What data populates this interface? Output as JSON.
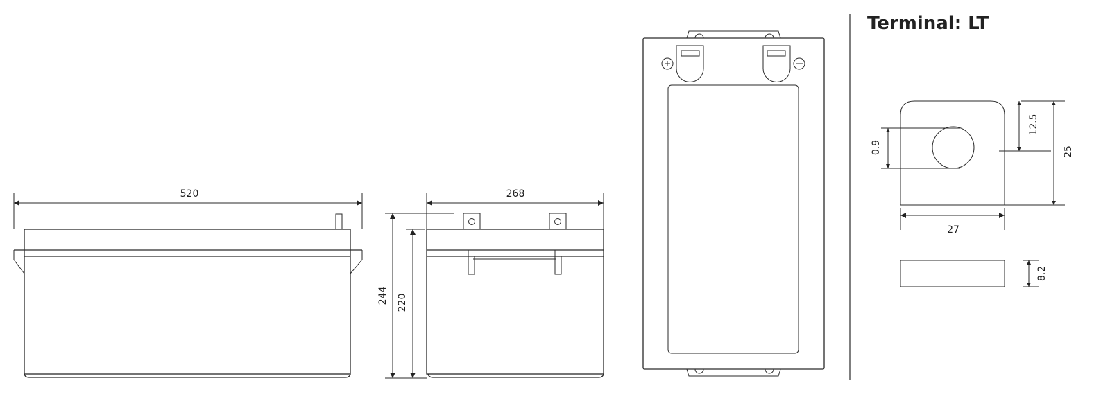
{
  "title": "Terminal: LT",
  "front_view": {
    "width_label": "520"
  },
  "side_view": {
    "width_label": "268",
    "total_height_label": "244",
    "case_height_label": "220"
  },
  "top_view": {
    "positive_symbol": "plus-icon",
    "negative_symbol": "minus-icon"
  },
  "terminal": {
    "hole_label": "0.9",
    "hole_center_label": "12.5",
    "height_label": "25",
    "width_label": "27",
    "thickness_label": "8.2"
  }
}
